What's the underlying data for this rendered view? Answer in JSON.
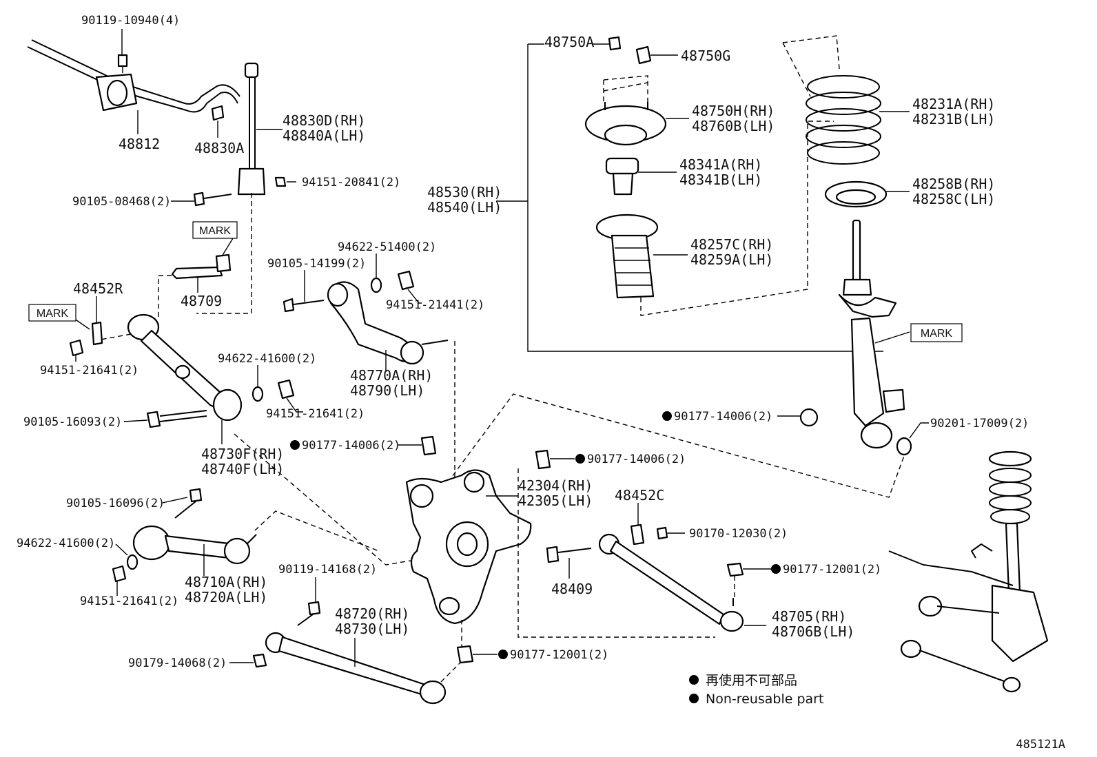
{
  "labels": {
    "p90119_10940": "90119-10940(4)",
    "p48812": "48812",
    "p48830A": "48830A",
    "p48830D": "48830D(RH)",
    "p48840A": "48840A(LH)",
    "p94151_20841": "94151-20841(2)",
    "p90105_08468": "90105-08468(2)",
    "p48709": "48709",
    "p48452R": "48452R",
    "p94151_21641_a": "94151-21641(2)",
    "p90105_14199": "90105-14199(2)",
    "p94622_51400": "94622-51400(2)",
    "p94151_21441": "94151-21441(2)",
    "p48770A": "48770A(RH)",
    "p48790": "48790(LH)",
    "p94622_41600_a": "94622-41600(2)",
    "p94151_21641_b": "94151-21641(2)",
    "p90105_16093": "90105-16093(2)",
    "p48730F": "48730F(RH)",
    "p48740F": "48740F(LH)",
    "p90177_14006_a": "90177-14006(2)",
    "p90105_16096": "90105-16096(2)",
    "p94622_41600_b": "94622-41600(2)",
    "p48710A": "48710A(RH)",
    "p48720A": "48720A(LH)",
    "p94151_21641_c": "94151-21641(2)",
    "p90119_14168": "90119-14168(2)",
    "p48720": "48720(RH)",
    "p48730": "48730(LH)",
    "p90179_14068": "90179-14068(2)",
    "p42304": "42304(RH)",
    "p42305": "42305(LH)",
    "p90177_14006_b": "90177-14006(2)",
    "p90177_12001_a": "90177-12001(2)",
    "p48452C": "48452C",
    "p90170_12030": "90170-12030(2)",
    "p48409": "48409",
    "p90177_12001_b": "90177-12001(2)",
    "p48705": "48705(RH)",
    "p48706B": "48706B(LH)",
    "p48750A": "48750A",
    "p48750G": "48750G",
    "p48750H": "48750H(RH)",
    "p48760B": "48760B(LH)",
    "p48341A": "48341A(RH)",
    "p48341B": "48341B(LH)",
    "p48530": "48530(RH)",
    "p48540": "48540(LH)",
    "p48257C": "48257C(RH)",
    "p48259A": "48259A(LH)",
    "p48231A": "48231A(RH)",
    "p48231B": "48231B(LH)",
    "p48258B": "48258B(RH)",
    "p48258C": "48258C(LH)",
    "p90177_14006_c": "90177-14006(2)",
    "p90201_17009": "90201-17009(2)"
  },
  "mark_callouts": [
    "MARK",
    "MARK",
    "MARK"
  ],
  "legend": {
    "line1": "再使用不可部品",
    "line2": "Non-reusable part"
  },
  "figure_id": "485121A"
}
